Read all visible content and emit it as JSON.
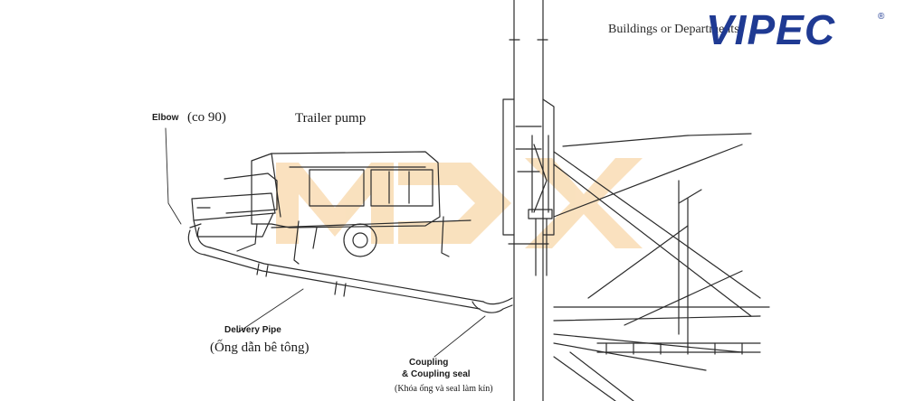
{
  "header": {
    "text": "Buildings or Departments"
  },
  "logo": {
    "text": "VIPEC",
    "reg_mark": "®",
    "color": "#1f3a93"
  },
  "watermark": {
    "text": "MDX",
    "color": "#f5c98a"
  },
  "labels": {
    "elbow": "Elbow",
    "elbow_vi": "(co 90)",
    "trailer_pump": "Trailer pump",
    "delivery_pipe": "Delivery Pipe",
    "delivery_pipe_vi": "(Ống dẫn bê tông)",
    "coupling_line1": "Coupling",
    "coupling_line2": "& Coupling seal",
    "coupling_vi": "(Khóa ống và seal làm kín)"
  },
  "colors": {
    "line": "#2b2b2b"
  }
}
